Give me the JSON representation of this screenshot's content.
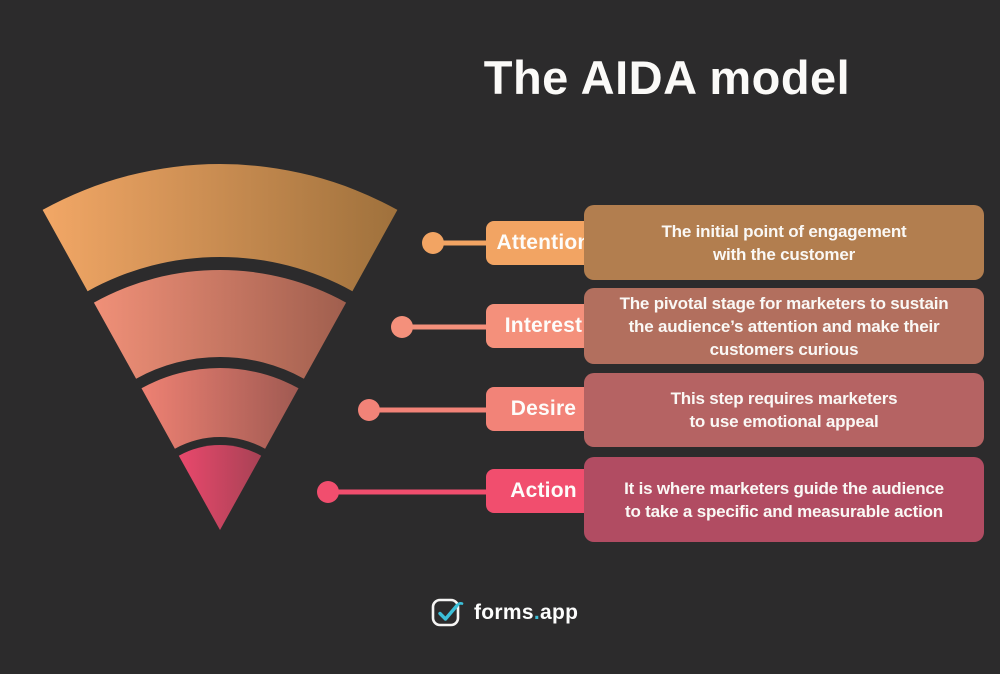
{
  "background_color": "#2c2b2c",
  "title": "The AIDA model",
  "stages": [
    {
      "label": "Attention",
      "description_lines": [
        "The initial point of engagement",
        "with the customer"
      ],
      "badge_color": "#f2a463",
      "box_color": "#b27e4f",
      "funnel_gradient": {
        "from": "#f2a766",
        "to": "#9f713c"
      }
    },
    {
      "label": "Interest",
      "description_lines": [
        "The pivotal stage for marketers to sustain",
        "the audience’s attention and make their",
        "customers curious"
      ],
      "badge_color": "#f4907b",
      "box_color": "#b26f5e",
      "funnel_gradient": {
        "from": "#f09078",
        "to": "#a05f4e"
      }
    },
    {
      "label": "Desire",
      "description_lines": [
        "This step requires marketers",
        "to use emotional appeal"
      ],
      "badge_color": "#f28378",
      "box_color": "#b56363",
      "funnel_gradient": {
        "from": "#ee8173",
        "to": "#a05a52"
      }
    },
    {
      "label": "Action",
      "description_lines": [
        "It is where marketers guide the audience",
        "to take a specific and measurable action"
      ],
      "badge_color": "#f14e6e",
      "box_color": "#b14c62",
      "funnel_gradient": {
        "from": "#e9486c",
        "to": "#a84255"
      }
    }
  ],
  "logo": {
    "brand_primary": "forms",
    "brand_dot": ".",
    "brand_secondary": "app",
    "icon": "check-square-icon",
    "accent_color": "#3bbfd8"
  }
}
